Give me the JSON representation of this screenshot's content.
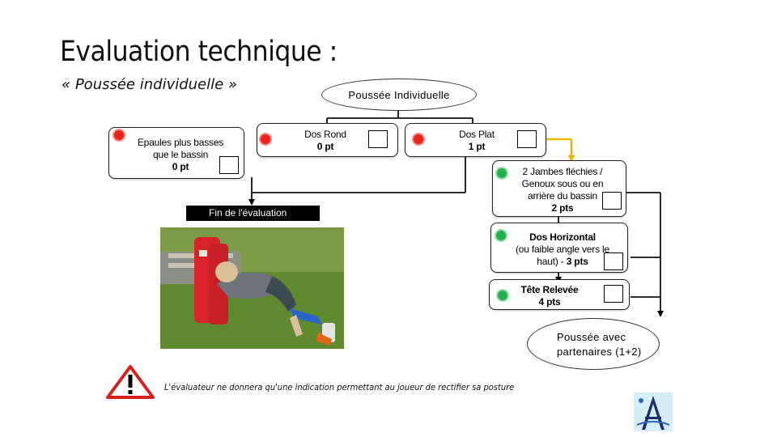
{
  "title": "Evaluation technique :",
  "subtitle": "« Poussée individuelle »",
  "top_node": "Poussée Individuelle",
  "nodes": {
    "epaules": {
      "line1": "Epaules plus basses",
      "line2": "que le bassin",
      "line3": "0 pt"
    },
    "dos_rond": {
      "line1": "Dos Rond",
      "line2": "0 pt"
    },
    "dos_plat": {
      "line1": "Dos Plat",
      "line2": "1 pt"
    },
    "jambes": {
      "line1": "2 Jambes fléchies /",
      "line2": "Genoux sous ou en",
      "line3": "arrière du bassin",
      "line4": "2 pts"
    },
    "dos_horizontal": {
      "line1": "Dos Horizontal",
      "line2": "(ou faible angle vers le",
      "line3": "haut) - ",
      "line3b": "3 pts"
    },
    "tete": {
      "line1": "Tête Relevée",
      "line2": "4 pts"
    }
  },
  "fin": "Fin de l'évaluation",
  "bottom_node": {
    "line1": "Poussée avec",
    "line2": "partenaires (1+2)"
  },
  "warning": "L'évaluateur ne donnera qu'une indication permettant au joueur de rectifier sa posture",
  "icons": {
    "warning": "warning-triangle-icon",
    "status_red": "#e8231b",
    "status_green": "#22b14c",
    "accent_arrow": "#f0b400"
  }
}
